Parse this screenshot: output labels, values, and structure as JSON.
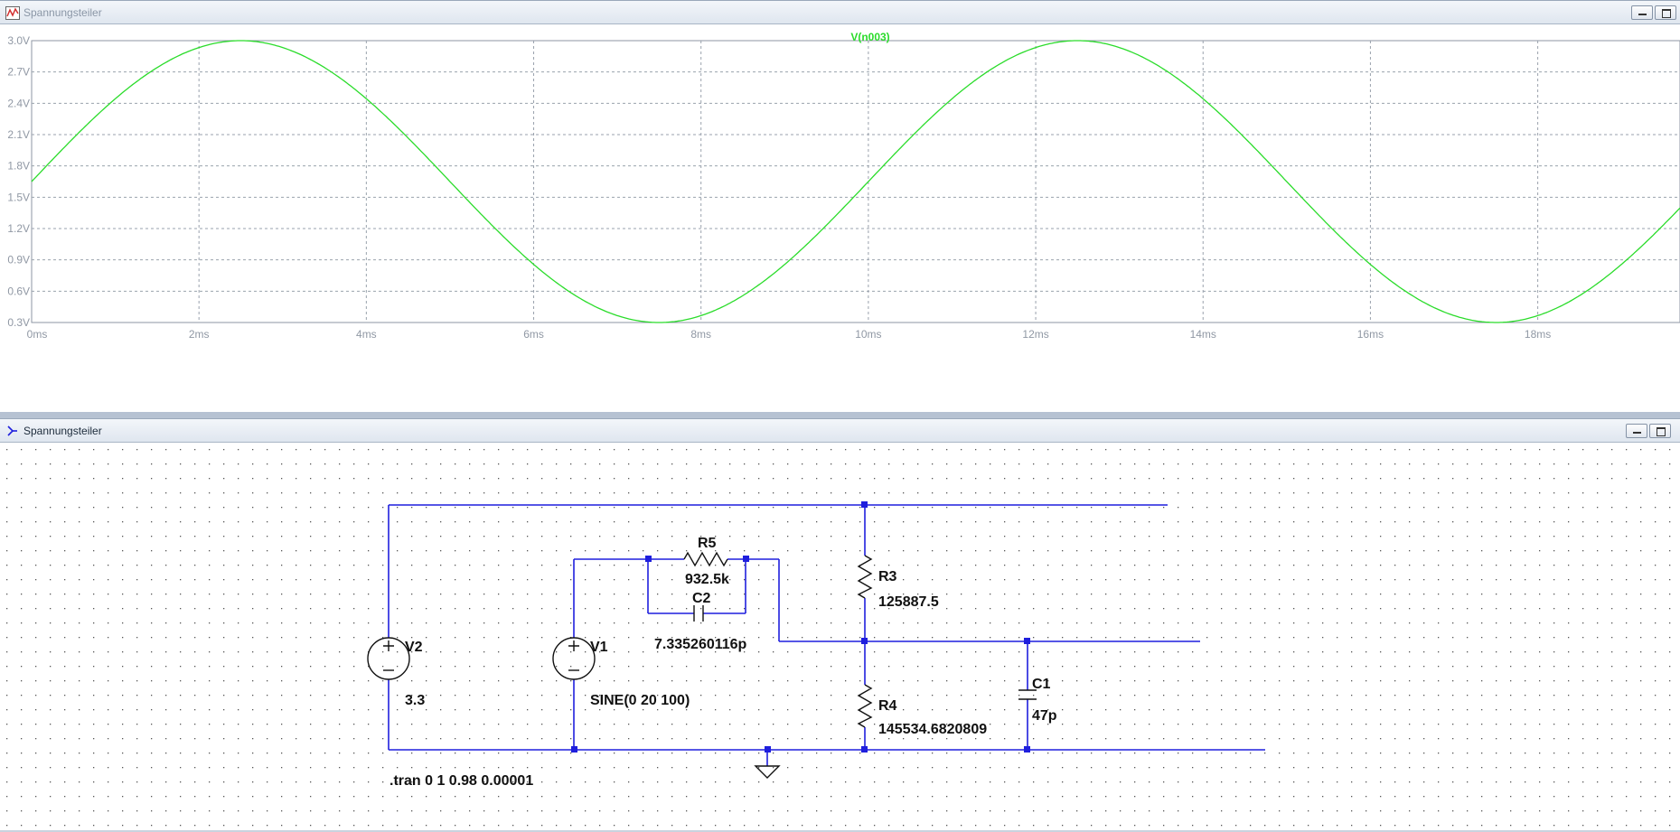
{
  "plot_window": {
    "title": "Spannungsteiler",
    "icon": "waveform-plot-icon",
    "trace_label": "V(n003)",
    "trace_color": "#2bdc2b"
  },
  "chart_data": {
    "type": "line",
    "title": "V(n003)",
    "xlabel": "",
    "ylabel": "",
    "x_ticks": [
      "0ms",
      "2ms",
      "4ms",
      "6ms",
      "8ms",
      "10ms",
      "12ms",
      "14ms",
      "16ms",
      "18ms"
    ],
    "y_ticks": [
      "3.0V",
      "2.7V",
      "2.4V",
      "2.1V",
      "1.8V",
      "1.5V",
      "1.2V",
      "0.9V",
      "0.6V",
      "0.3V"
    ],
    "xlim_ms": [
      0,
      19.7
    ],
    "ylim_v": [
      0.3,
      3.0
    ],
    "grid": true,
    "series": [
      {
        "name": "V(n003)",
        "waveform": "sine",
        "offset_v": 1.65,
        "amplitude_v": 1.35,
        "frequency_hz": 100,
        "phase_deg": 0
      }
    ]
  },
  "schematic_window": {
    "title": "Spannungsteiler",
    "icon": "schematic-icon",
    "wire_color": "#1f1fdd",
    "components": {
      "V2": {
        "name": "V2",
        "value": "3.3"
      },
      "V1": {
        "name": "V1",
        "value": "SINE(0 20 100)"
      },
      "R5": {
        "name": "R5",
        "value": "932.5k"
      },
      "C2": {
        "name": "C2",
        "value": "7.335260116p"
      },
      "R3": {
        "name": "R3",
        "value": "125887.5"
      },
      "R4": {
        "name": "R4",
        "value": "145534.6820809"
      },
      "C1": {
        "name": "C1",
        "value": "47p"
      }
    },
    "directive": ".tran 0 1 0.98 0.00001"
  }
}
